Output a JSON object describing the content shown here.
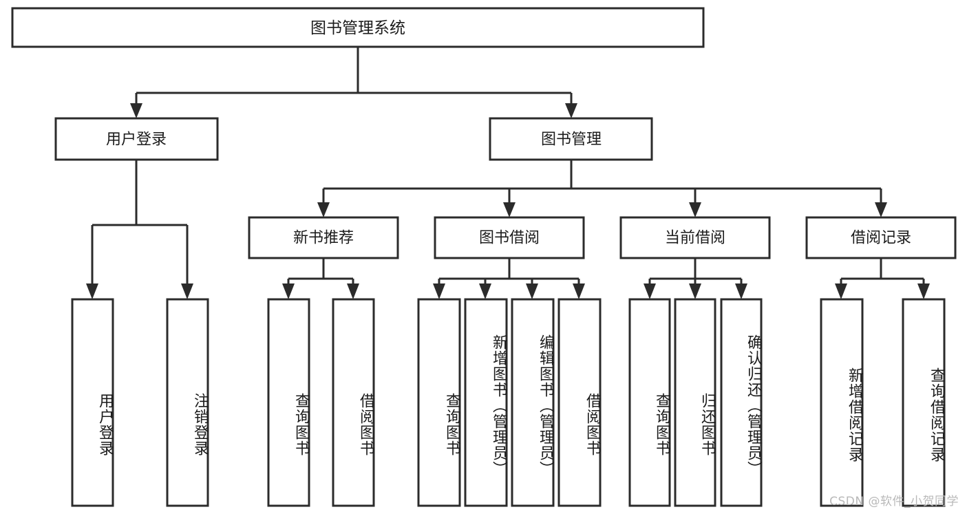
{
  "diagram": {
    "title": "图书管理系统",
    "type": "tree-hierarchy",
    "watermark": "CSDN @软件_小贺同学",
    "colors": {
      "stroke": "#2b2b2b",
      "fill": "#ffffff",
      "text": "#1b1b1b",
      "watermark": "#b9b9b9"
    },
    "root": {
      "label": "图书管理系统"
    },
    "level2": [
      {
        "label": "用户登录"
      },
      {
        "label": "图书管理"
      }
    ],
    "level3": [
      {
        "label": "新书推荐"
      },
      {
        "label": "图书借阅"
      },
      {
        "label": "当前借阅"
      },
      {
        "label": "借阅记录"
      }
    ],
    "leaves": {
      "user_login": [
        {
          "label": "用户登录"
        },
        {
          "label": "注销登录"
        }
      ],
      "new_book_recommend": [
        {
          "label": "查询图书"
        },
        {
          "label": "借阅图书"
        }
      ],
      "book_borrow": [
        {
          "label": "查询图书"
        },
        {
          "label": "新增图书（管理员）"
        },
        {
          "label": "编辑图书（管理员）"
        },
        {
          "label": "借阅图书"
        }
      ],
      "current_borrow": [
        {
          "label": "查询图书"
        },
        {
          "label": "归还图书"
        },
        {
          "label": "确认归还（管理员）"
        }
      ],
      "borrow_record": [
        {
          "label": "新增借阅记录"
        },
        {
          "label": "查询借阅记录"
        }
      ]
    }
  }
}
